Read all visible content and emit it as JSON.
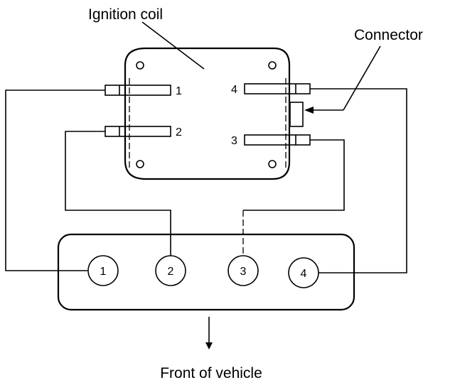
{
  "labels": {
    "ignition_coil": "Ignition coil",
    "connector": "Connector",
    "front_of_vehicle": "Front of vehicle"
  },
  "coil_terminals": [
    "1",
    "2",
    "4",
    "3"
  ],
  "cylinders": [
    "1",
    "2",
    "3",
    "4"
  ]
}
